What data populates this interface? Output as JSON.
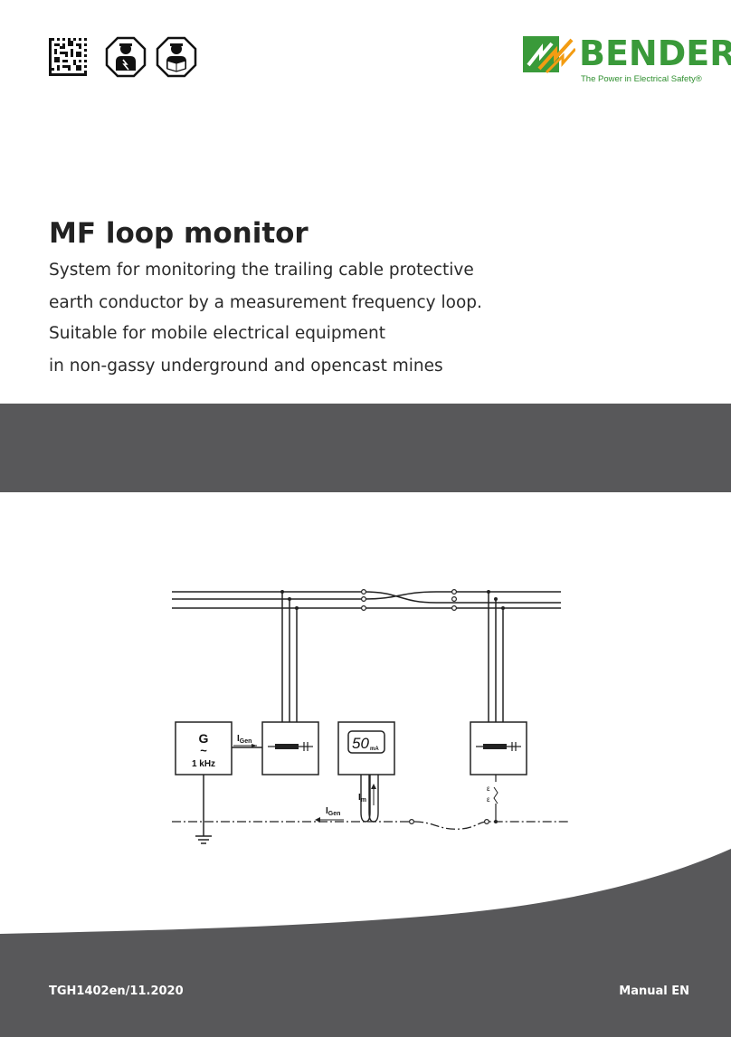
{
  "brand": {
    "name": "BENDER",
    "tagline": "The Power in Electrical Safety®",
    "green": "#3a9a3a",
    "orange": "#f39c12"
  },
  "icons": [
    "datamatrix-code-icon",
    "electrician-pictogram-icon",
    "read-manual-pictogram-icon"
  ],
  "title": "MF loop monitor",
  "subtitle_lines": [
    "System for monitoring the trailing cable protective",
    "earth conductor by a measurement frequency loop.",
    "Suitable for mobile electrical equipment",
    "in non-gassy underground and opencast mines"
  ],
  "diagram": {
    "generator_letter": "G",
    "generator_symbol": "~",
    "generator_freq": "1 kHz",
    "igen_label": "I",
    "igen_sub": "Gen",
    "meter_value": "50",
    "meter_unit": "mA",
    "im_label": "I",
    "im_sub": "m"
  },
  "footer": {
    "doc_code": "TGH1402en/11.2020",
    "manual_label": "Manual EN",
    "color": "#58585a"
  }
}
